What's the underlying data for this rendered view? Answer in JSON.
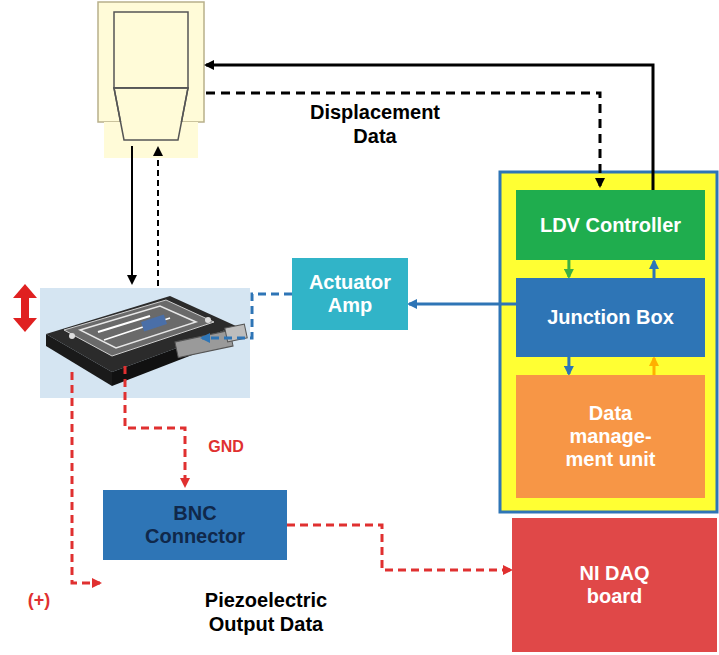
{
  "diagram": {
    "nodes": [
      {
        "text": [
          "LDV Controller"
        ]
      },
      {
        "text": [
          "Junction Box"
        ]
      },
      {
        "text": [
          "Data manage- ment unit"
        ]
      },
      {
        "text": [
          "Actuator Amp"
        ]
      },
      {
        "text": [
          "BNC Connector"
        ]
      },
      {
        "text": [
          "NI DAQ board"
        ]
      }
    ],
    "edges": [
      {
        "from": 0,
        "to": 1,
        "arrow": "to"
      },
      {
        "from": 1,
        "to": 0,
        "arrow": "to"
      },
      {
        "from": 1,
        "to": 2,
        "arrow": "to"
      },
      {
        "from": 2,
        "to": 1,
        "arrow": "to"
      },
      {
        "from": 1,
        "to": 3,
        "arrow": "to"
      },
      {
        "from": 4,
        "to": 5,
        "arrow": "to"
      }
    ],
    "labels": [
      "Displacement Data",
      "GND",
      "(+)",
      "Piezoelectric Output Data"
    ]
  }
}
